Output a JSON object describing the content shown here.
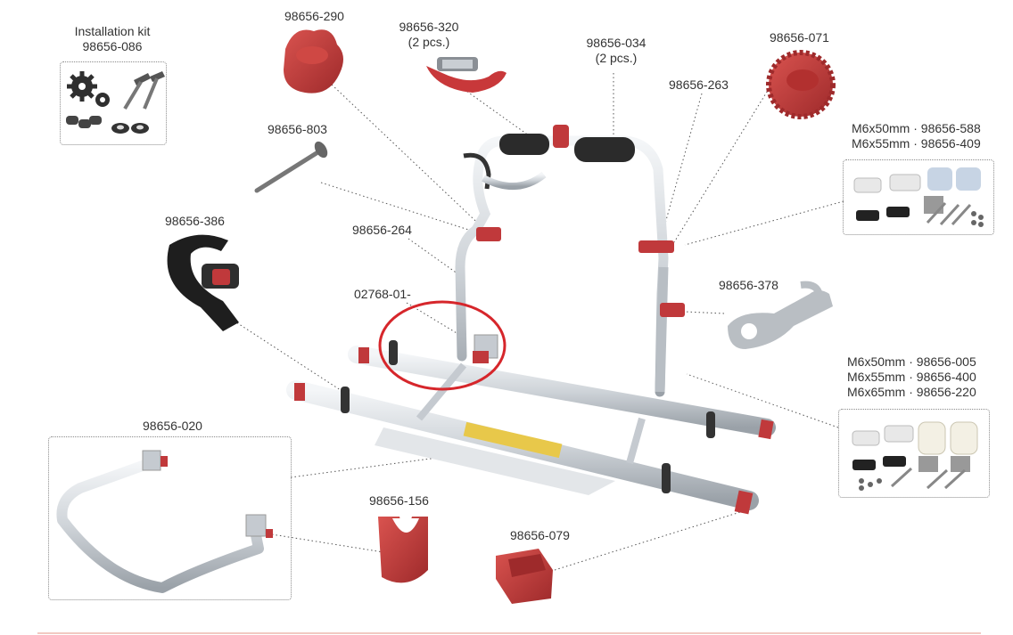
{
  "labels": {
    "installation_kit_title": "Installation kit",
    "installation_kit_code": "98656-086",
    "p290": "98656-290",
    "p320_code": "98656-320",
    "p320_qty": "(2 pcs.)",
    "p034_code": "98656-034",
    "p034_qty": "(2 pcs.)",
    "p071": "98656-071",
    "p263": "98656-263",
    "p803": "98656-803",
    "p386": "98656-386",
    "p264": "98656-264",
    "p02768": "02768-01-",
    "p378": "98656-378",
    "kit1_line1": "M6x50mm · 98656-588",
    "kit1_line2": "M6x55mm · 98656-409",
    "kit2_line1": "M6x50mm · 98656-005",
    "kit2_line2": "M6x55mm · 98656-400",
    "kit2_line3": "M6x65mm · 98656-220",
    "p020": "98656-020",
    "p156": "98656-156",
    "p079": "98656-079"
  },
  "colors": {
    "part_red": "#c0393b",
    "aluminium": "#d9dde1",
    "foam_black": "#2b2b2b",
    "highlight_circle": "#d6262b",
    "bottom_rule": "#f2c9c2"
  }
}
